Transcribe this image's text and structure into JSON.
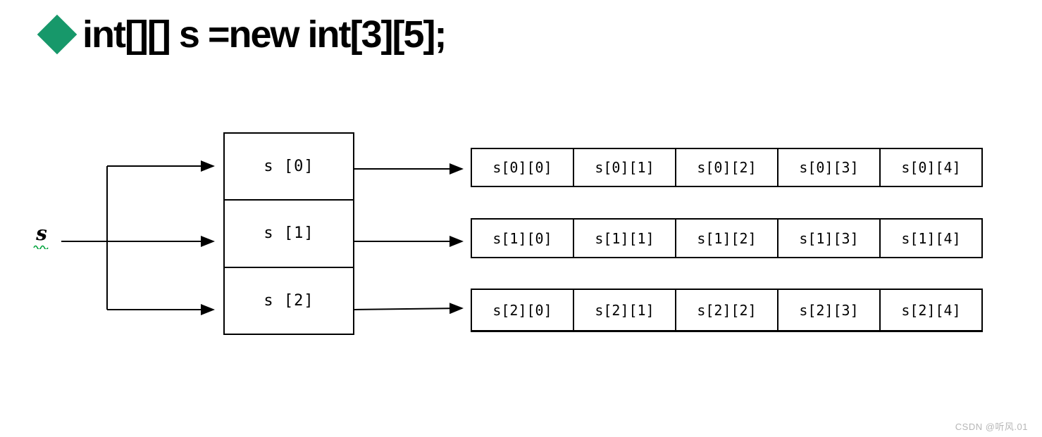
{
  "title": {
    "text": "int[][] s =new int[3][5];"
  },
  "pointer": {
    "label": "s"
  },
  "array_stack": {
    "boxes": [
      "s [0]",
      "s [1]",
      "s [2]"
    ]
  },
  "rows": [
    {
      "cells": [
        "s[0][0]",
        "s[0][1]",
        "s[0][2]",
        "s[0][3]",
        "s[0][4]"
      ]
    },
    {
      "cells": [
        "s[1][0]",
        "s[1][1]",
        "s[1][2]",
        "s[1][3]",
        "s[1][4]"
      ]
    },
    {
      "cells": [
        "s[2][0]",
        "s[2][1]",
        "s[2][2]",
        "s[2][3]",
        "s[2][4]"
      ]
    }
  ],
  "watermark": "CSDN @听风.01",
  "colors": {
    "diamond": "#17986A",
    "line": "#000000",
    "squiggle": "#00A33C",
    "watermark": "#B6B6B6"
  }
}
